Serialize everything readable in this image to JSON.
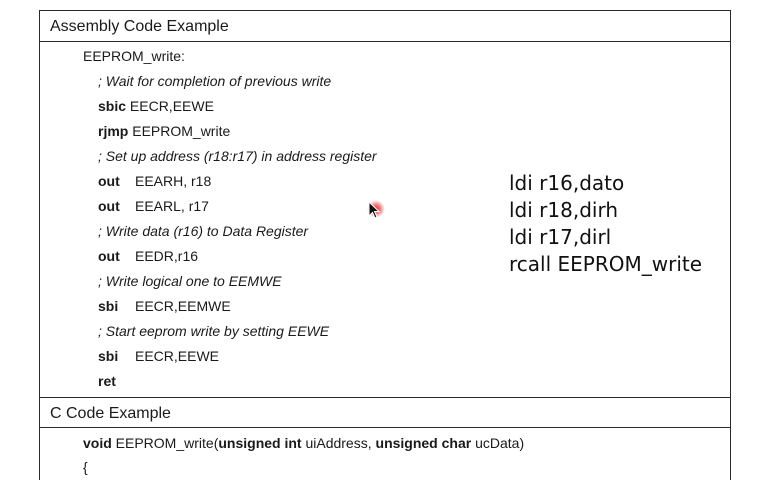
{
  "asm_header": "Assembly Code Example",
  "asm": {
    "label": "EEPROM_write:",
    "c1": "; Wait for completion of previous write",
    "l1_op": "sbic",
    "l1_args": " EECR,EEWE",
    "l2_op": "rjmp",
    "l2_args": " EEPROM_write",
    "c2": "; Set up address (r18:r17) in address register",
    "l3_op": "out",
    "l3_args": "EEARH, r18",
    "l4_op": "out",
    "l4_args": "EEARL, r17",
    "c3": "; Write data (r16) to Data Register",
    "l5_op": "out",
    "l5_args": "EEDR,r16",
    "c4": "; Write logical one to EEMWE",
    "l6_op": "sbi",
    "l6_args": "EECR,EEMWE",
    "c5": "; Start eeprom write by setting EEWE",
    "l7_op": "sbi",
    "l7_args": "EECR,EEWE",
    "l8_op": "ret"
  },
  "c_header": "C Code Example",
  "c_code": {
    "kw_void": "void",
    "fn": " EEPROM_write(",
    "kw_unsigned_int": "unsigned int",
    "p1": " uiAddress, ",
    "kw_unsigned_char": "unsigned char",
    "p2": " ucData)",
    "brace": "{"
  },
  "notes": [
    "ldi r16,dato",
    "ldi r18,dirh",
    "ldi r17,dirl",
    "rcall EEPROM_write"
  ],
  "colors": {
    "cursor_highlight": "#e61e28",
    "border": "#2a2a2a"
  }
}
